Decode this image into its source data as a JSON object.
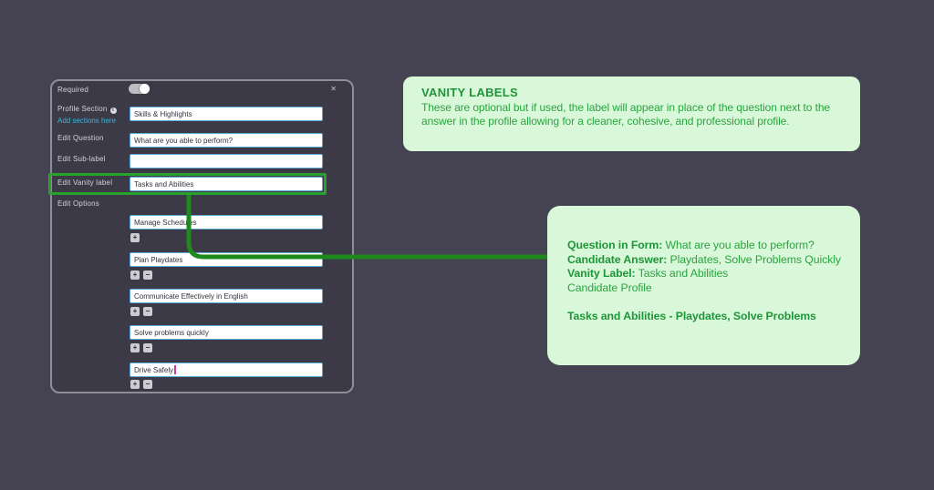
{
  "colors": {
    "background": "#454351",
    "panel_bg": "#3c3a46",
    "panel_border": "#8f8e98",
    "input_border": "#5fa8d8",
    "link_cyan": "#3db5d9",
    "highlight_green": "#28a22c",
    "connector_green": "#1e8a1e",
    "callout_bg": "#d9f8da",
    "callout_text": "#2aa43f",
    "callout_bold": "#1d9638",
    "text_caret_pink": "#cc3a9a"
  },
  "form": {
    "required_label": "Required",
    "toggle_knob_position": "right",
    "close_glyph": "✕",
    "profile_section_label": "Profile Section",
    "info_glyph": "i",
    "add_sections_link": "Add sections here",
    "profile_section_value": "Skills & Highlights",
    "question_label": "Edit Question",
    "question_value": "What are you able to perform?",
    "sublabel_label": "Edit Sub-label",
    "sublabel_value": "",
    "vanity_label": "Edit Vanity label",
    "vanity_value": "Tasks and Abilities",
    "options_label": "Edit Options",
    "options": [
      {
        "value": "Manage Schedules"
      },
      {
        "value": "Plan Playdates"
      },
      {
        "value": "Communicate Effectively in English"
      },
      {
        "value": "Solve problems quickly"
      },
      {
        "value": "Drive Safely"
      }
    ],
    "plus_glyph": "+",
    "minus_glyph": "−"
  },
  "callout_top": {
    "title": "VANITY LABELS",
    "body": "These are optional but if used, the label will appear in place of the question next to the answer in the profile allowing for a cleaner, cohesive, and professional profile."
  },
  "callout_bottom": {
    "line1_label": "Question in Form:",
    "line1_text": " What are you able to perform?",
    "line2_label": "Candidate Answer:",
    "line2_text": " Playdates, Solve Problems Quickly",
    "line3_label": "Vanity Label:",
    "line3_text": " Tasks and Abilities",
    "line4_text": "Candidate Profile",
    "summary": "Tasks and Abilities - Playdates, Solve Problems"
  }
}
